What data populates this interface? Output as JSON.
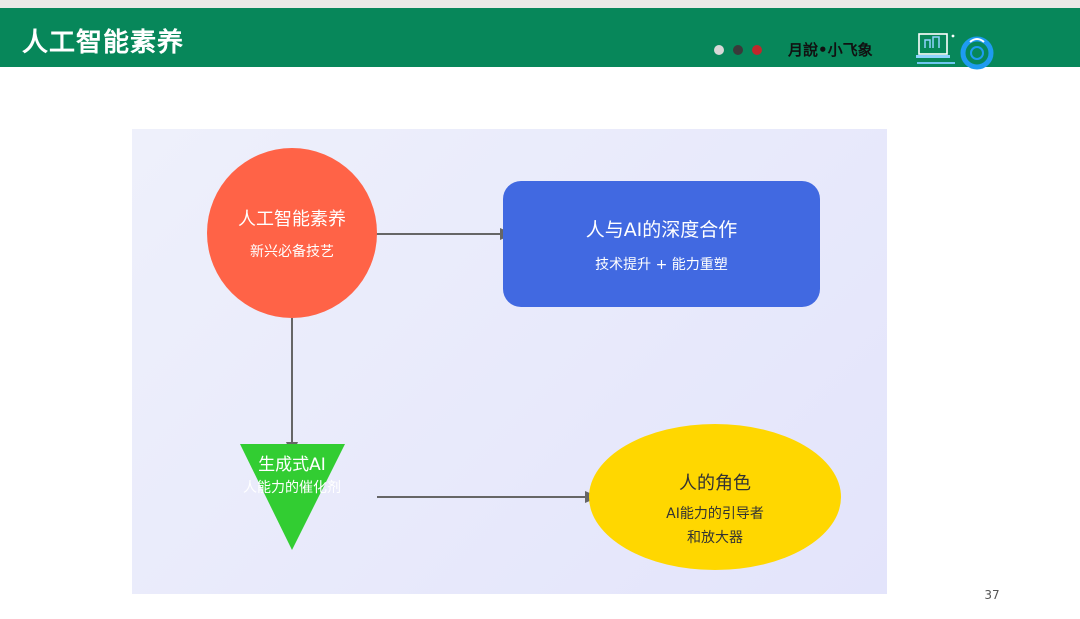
{
  "header": {
    "title": "人工智能素养",
    "brand": "月說•小飞象",
    "dots": [
      "#d8d8d8",
      "#3a3a3a",
      "#c0282c"
    ],
    "bg_color": "#07875a"
  },
  "diagram": {
    "nodes": {
      "literacy": {
        "title": "人工智能素养",
        "subtitle": "新兴必备技艺",
        "color": "#ff6347"
      },
      "collab": {
        "title": "人与AI的深度合作",
        "subtitle": "技术提升 + 能力重塑",
        "color": "#4169e1"
      },
      "genai": {
        "title": "生成式AI",
        "subtitle": "人能力的催化剂",
        "color": "#32cd32"
      },
      "human": {
        "title": "人的角色",
        "subtitle_line1": "AI能力的引导者",
        "subtitle_line2": "和放大器",
        "color": "#ffd700"
      }
    },
    "arrow_color": "#666666"
  },
  "page": {
    "number": "37"
  }
}
